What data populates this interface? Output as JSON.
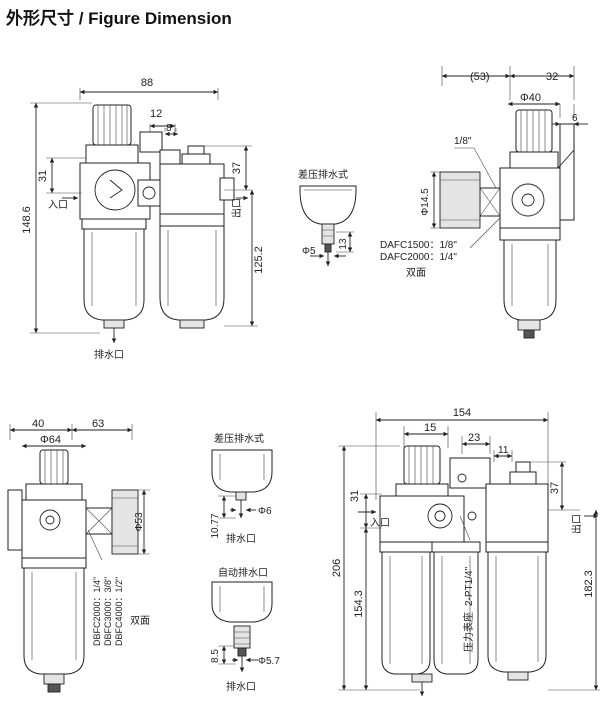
{
  "title": "外形尺寸 / Figure Dimension",
  "view_tl": {
    "dims": {
      "width": "88",
      "d12": "12",
      "d8": "8",
      "d31": "31",
      "d37": "37",
      "height": "148.6",
      "d125": "125.2"
    },
    "labels": {
      "inlet": "入口",
      "outlet": "出口",
      "drain": "排水口"
    }
  },
  "view_diff": {
    "title": "差压排水式",
    "dims": {
      "d13": "13",
      "phi5": "Φ5"
    }
  },
  "view_tr": {
    "dims": {
      "d53": "(53)",
      "d32": "32",
      "phi40": "Φ40",
      "d6": "6",
      "phi14": "Φ14.5"
    },
    "labels": {
      "port": "1/8\"",
      "dafc1500": "DAFC1500：1/8\"",
      "dafc2000": "DAFC2000：1/4\"",
      "both": "双面"
    }
  },
  "view_bl": {
    "dims": {
      "d40": "40",
      "d63": "63",
      "phi64": "Φ64",
      "phi53": "Φ53"
    },
    "labels": {
      "dbfc2000": "DBFC2000：1/4\"",
      "dbfc3000": "DBFC3000：3/8\"",
      "dbfc4000": "DBFC4000：1/2\"",
      "both": "双面"
    }
  },
  "view_bm": {
    "diff_title": "差压排水式",
    "auto_title": "自动排水口",
    "dims": {
      "d1077": "10.77",
      "phi6": "Φ6",
      "d85": "8.5",
      "phi57": "Φ5.7"
    },
    "labels": {
      "drain1": "排水口",
      "drain2": "排水口"
    }
  },
  "view_br": {
    "dims": {
      "width": "154",
      "d15": "15",
      "d23": "23",
      "d11": "11",
      "d31": "31",
      "d37": "37",
      "height": "206",
      "d154": "154.3",
      "d182": "182.3"
    },
    "labels": {
      "inlet": "入口",
      "outlet": "出口",
      "gauge": "压力表座",
      "gauge_port": "2-PT1/4\""
    }
  }
}
